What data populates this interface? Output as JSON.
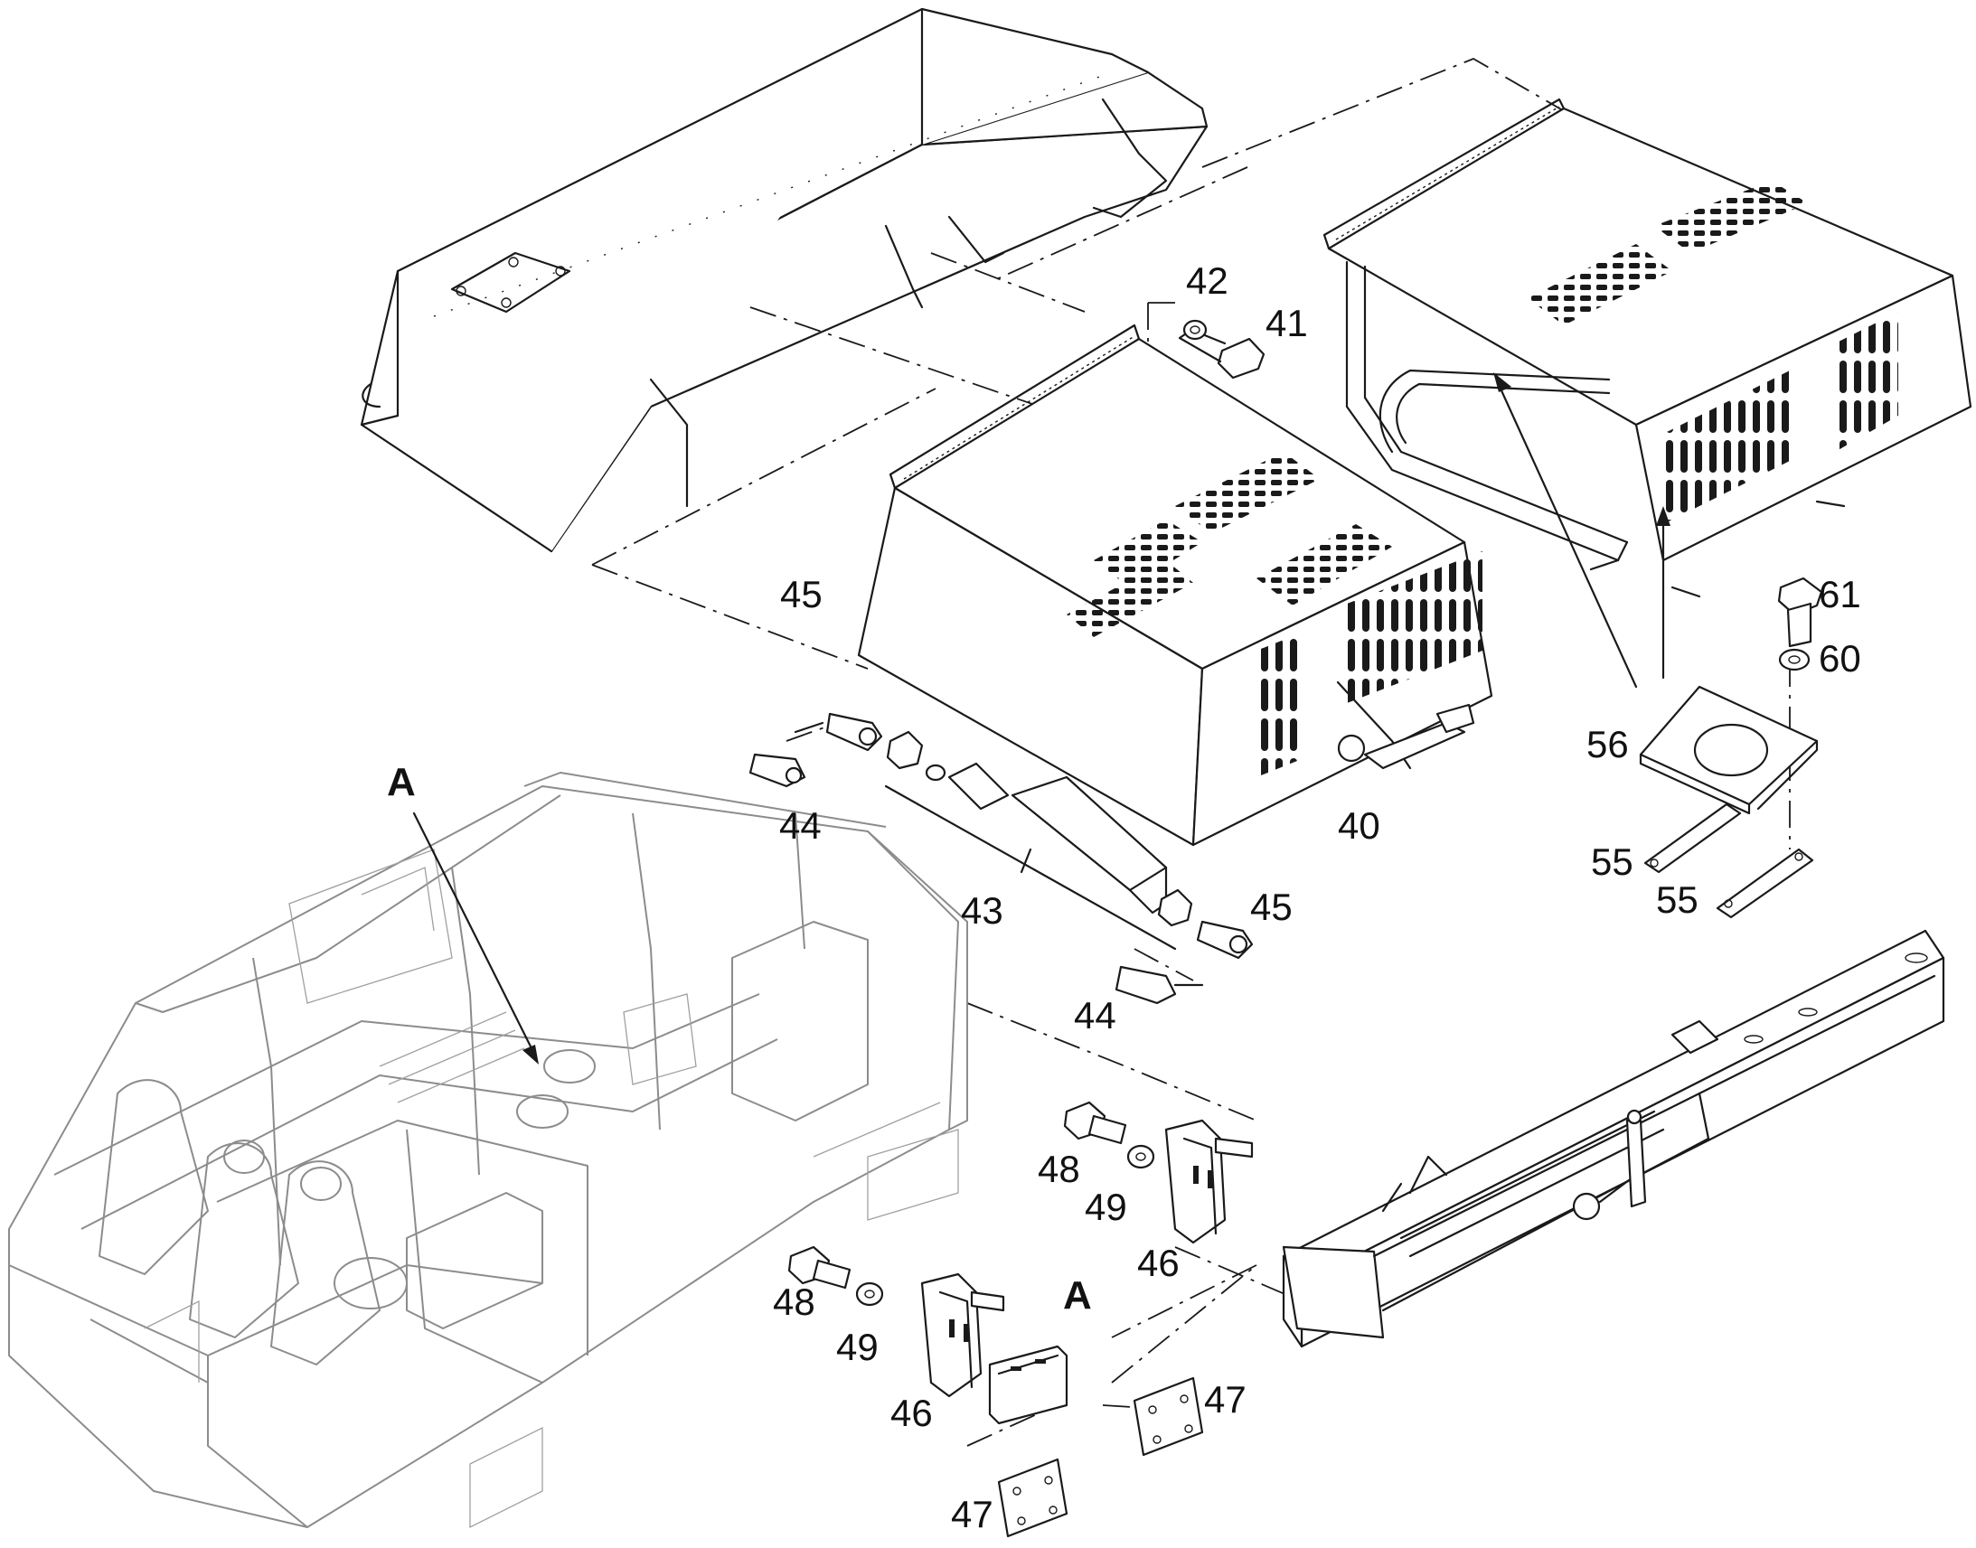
{
  "labels": {
    "p40": "40",
    "p41": "41",
    "p42": "42",
    "p43": "43",
    "p44a": "44",
    "p44b": "44",
    "p45a": "45",
    "p45b": "45",
    "p46a": "46",
    "p46b": "46",
    "p47a": "47",
    "p47b": "47",
    "p48a": "48",
    "p48b": "48",
    "p49a": "49",
    "p49b": "49",
    "p55a": "55",
    "p55b": "55",
    "p56": "56",
    "p60": "60",
    "p61": "61",
    "viewA1": "A",
    "viewA2": "A"
  },
  "colors": {
    "line": "#1a1a1a",
    "frame": "#8c8c8c",
    "background": "#ffffff"
  }
}
